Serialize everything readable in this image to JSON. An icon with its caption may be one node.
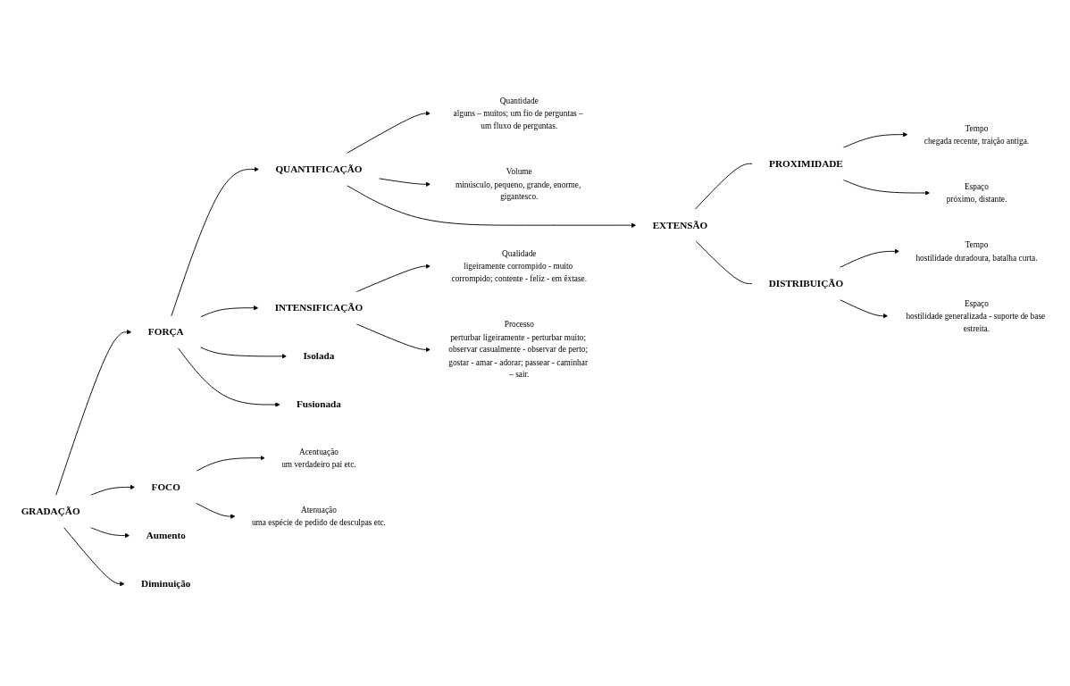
{
  "diagram": {
    "nodes": [
      {
        "text": [
          "GRADAÇÃO"
        ]
      },
      {
        "text": [
          "FORÇA"
        ]
      },
      {
        "text": [
          "QUANTIFICAÇÃO"
        ]
      },
      {
        "text": [
          "Quantidade",
          "alguns – muitos; um fio de perguntas – um fluxo de perguntas."
        ]
      },
      {
        "text": [
          "Volume",
          "minúsculo, pequeno, grande, enorme, gigantesco."
        ]
      },
      {
        "text": [
          "EXTENSÃO"
        ]
      },
      {
        "text": [
          "PROXIMIDADE"
        ]
      },
      {
        "text": [
          "Tempo",
          "chegada recente, traição antiga."
        ]
      },
      {
        "text": [
          "Espaço",
          "próximo, distante."
        ]
      },
      {
        "text": [
          "DISTRIBUIÇÃO"
        ]
      },
      {
        "text": [
          "Tempo",
          "hostilidade duradoura, batalha curta."
        ]
      },
      {
        "text": [
          "Espaço",
          "hostilidade generalizada - suporte de base estreita."
        ]
      },
      {
        "text": [
          "INTENSIFICAÇÃO"
        ]
      },
      {
        "text": [
          "Qualidade",
          "ligeiramente corrompido - muito corrompido; contente - feliz - em êxtase."
        ]
      },
      {
        "text": [
          "Processo",
          "perturbar ligeiramente - perturbar muito; observar casualmente - observar de perto; gostar - amar - adorar; passear - caminhar – sair."
        ]
      },
      {
        "text": [
          "Isolada"
        ]
      },
      {
        "text": [
          "Fusionada"
        ]
      },
      {
        "text": [
          "FOCO"
        ]
      },
      {
        "text": [
          "Acentuação",
          "um verdadeiro pai etc."
        ]
      },
      {
        "text": [
          "Atenuação",
          "uma espécie de pedido de desculpas etc."
        ]
      },
      {
        "text": [
          "Aumento"
        ]
      },
      {
        "text": [
          "Diminuição"
        ]
      }
    ],
    "edges": [
      {
        "from": 0,
        "to": 1,
        "arrow": "to"
      },
      {
        "from": 0,
        "to": 17,
        "arrow": "to"
      },
      {
        "from": 0,
        "to": 20,
        "arrow": "to"
      },
      {
        "from": 0,
        "to": 21,
        "arrow": "to"
      },
      {
        "from": 1,
        "to": 2,
        "arrow": "to"
      },
      {
        "from": 1,
        "to": 12,
        "arrow": "to"
      },
      {
        "from": 1,
        "to": 15,
        "arrow": "to"
      },
      {
        "from": 1,
        "to": 16,
        "arrow": "to"
      },
      {
        "from": 2,
        "to": 3,
        "arrow": "to"
      },
      {
        "from": 2,
        "to": 4,
        "arrow": "to"
      },
      {
        "from": 2,
        "to": 5,
        "arrow": "to"
      },
      {
        "from": 5,
        "to": 6,
        "arrow": "none"
      },
      {
        "from": 5,
        "to": 9,
        "arrow": "none"
      },
      {
        "from": 6,
        "to": 7,
        "arrow": "to"
      },
      {
        "from": 6,
        "to": 8,
        "arrow": "to"
      },
      {
        "from": 9,
        "to": 10,
        "arrow": "to"
      },
      {
        "from": 9,
        "to": 11,
        "arrow": "to"
      },
      {
        "from": 12,
        "to": 13,
        "arrow": "to"
      },
      {
        "from": 12,
        "to": 14,
        "arrow": "to"
      },
      {
        "from": 17,
        "to": 18,
        "arrow": "to"
      },
      {
        "from": 17,
        "to": 19,
        "arrow": "to"
      }
    ]
  }
}
